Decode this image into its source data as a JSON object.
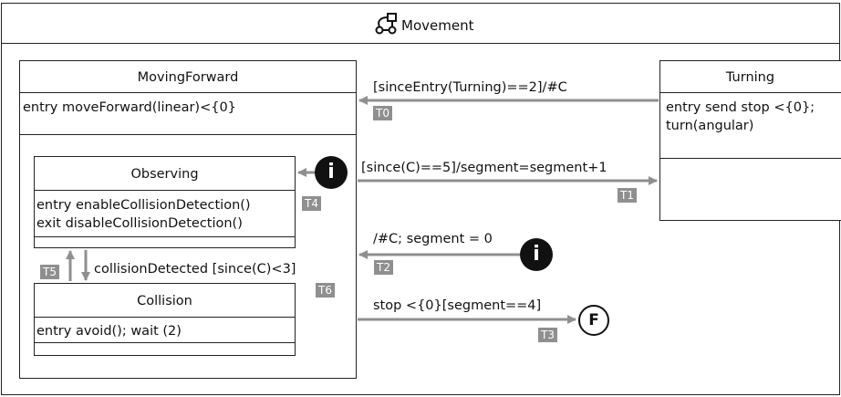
{
  "diagram": {
    "title": "Movement",
    "title_icon": "statechart-icon",
    "states": {
      "moving_forward": {
        "name": "MovingForward",
        "action": "entry moveForward(linear)<{0}"
      },
      "turning": {
        "name": "Turning",
        "action_line1": "entry send stop <{0};",
        "action_line2": "turn(angular)"
      },
      "observing": {
        "name": "Observing",
        "action_line1": "entry enableCollisionDetection()",
        "action_line2": "exit disableCollisionDetection()"
      },
      "collision": {
        "name": "Collision",
        "action": "entry avoid(); wait (2)"
      }
    },
    "initial_states": [
      {
        "label": "i"
      },
      {
        "label": "i"
      }
    ],
    "final_state": {
      "label": "F"
    },
    "transitions": [
      {
        "id": "T0",
        "label": "[sinceEntry(Turning)==2]/#C"
      },
      {
        "id": "T1",
        "label": "[since(C)==5]/segment=segment+1"
      },
      {
        "id": "T2",
        "label": "/#C; segment = 0"
      },
      {
        "id": "T3",
        "label": "stop <{0}[segment==4]"
      },
      {
        "id": "T4",
        "label": ""
      },
      {
        "id": "T5",
        "label": ""
      },
      {
        "id": "T6",
        "label": "collisionDetected [since(C)<3]"
      }
    ],
    "colors": {
      "arrow": "#8f8f8f",
      "border": "#222222",
      "tag_bg": "#8f8f8f",
      "node_fill": "#111111"
    }
  }
}
